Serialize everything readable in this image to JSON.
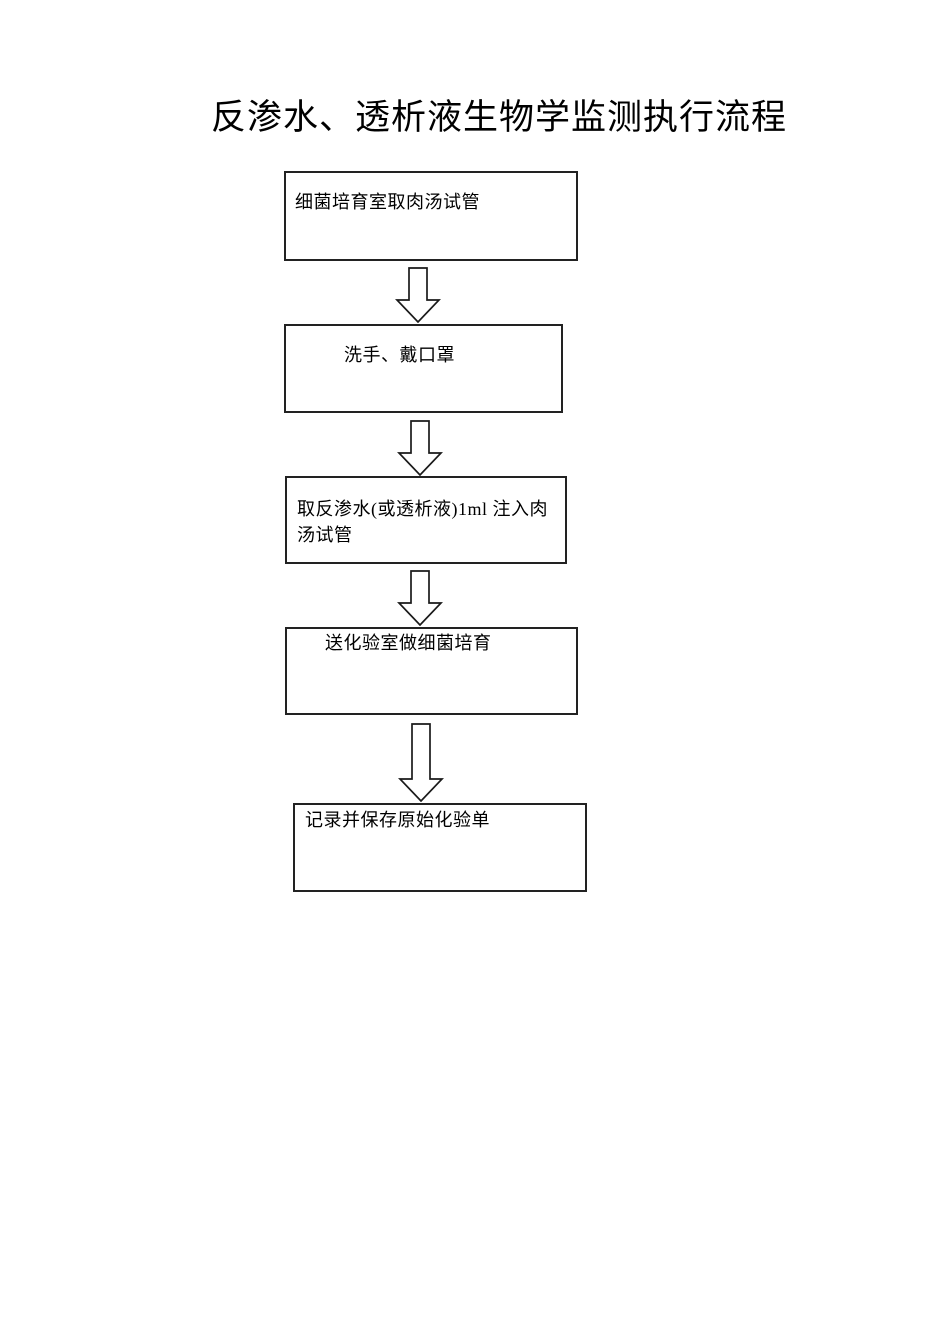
{
  "title": "反渗水、透析液生物学监测执行流程",
  "flowchart": {
    "steps": [
      {
        "label": "细菌培育室取肉汤试管"
      },
      {
        "label": "洗手、戴口罩"
      },
      {
        "label": "取反渗水(或透析液)1ml 注入肉汤试管"
      },
      {
        "label": "送化验室做细菌培育"
      },
      {
        "label": "记录并保存原始化验单"
      }
    ]
  },
  "colors": {
    "page_background": "#ffffff",
    "box_border": "#222222",
    "text": "#000000",
    "arrow_outline": "#1a1a1a",
    "arrow_fill": "#ffffff"
  },
  "icons": {
    "connector": "down-block-arrow-icon"
  }
}
